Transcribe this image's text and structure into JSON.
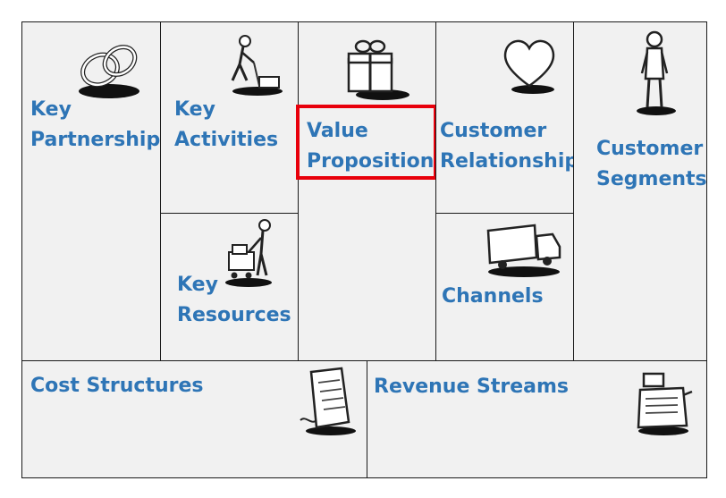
{
  "title": "",
  "colors": {
    "label": "#2e75b6",
    "cell_bg": "#f1f1f1",
    "border": "#1a1a1a",
    "highlight": "#e8000b"
  },
  "blocks": {
    "key_partnerships": {
      "line1": "Key",
      "line2": "Partnerships",
      "icon": "interlocked-rings-icon"
    },
    "key_activities": {
      "line1": "Key",
      "line2": "Activities",
      "icon": "person-working-icon"
    },
    "key_resources": {
      "line1": "Key",
      "line2": "Resources",
      "icon": "person-pushing-cart-icon"
    },
    "value_propositions": {
      "line1": "Value",
      "line2": "Propositions",
      "icon": "gift-box-icon",
      "highlighted": true
    },
    "customer_relationships": {
      "line1": "Customer",
      "line2": "Relationships",
      "icon": "heart-icon"
    },
    "channels": {
      "line1": "Channels",
      "icon": "delivery-truck-icon"
    },
    "customer_segments": {
      "line1": "Customer",
      "line2": "Segments",
      "icon": "standing-person-icon"
    },
    "cost_structures": {
      "line1": "Cost Structures",
      "icon": "receipt-icon"
    },
    "revenue_streams": {
      "line1": "Revenue Streams",
      "icon": "cash-register-icon"
    }
  }
}
